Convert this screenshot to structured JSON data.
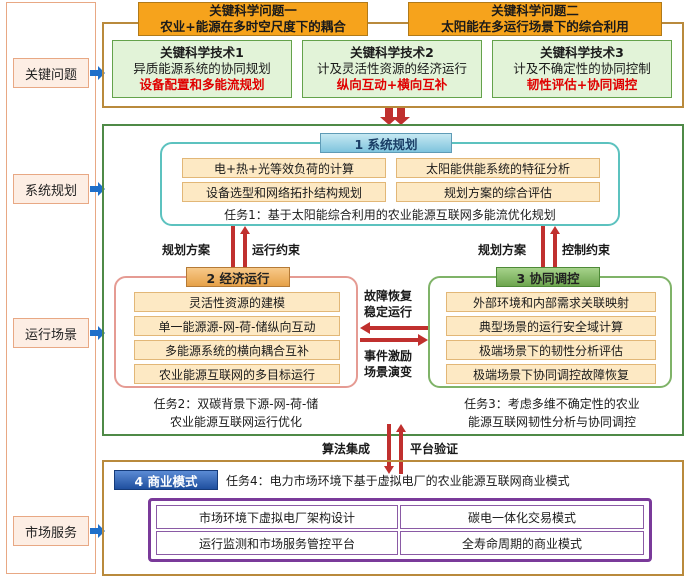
{
  "left_labels": {
    "key_issues": "关键问题",
    "system_planning": "系统规划",
    "operation_scenarios": "运行场景",
    "market_service": "市场服务"
  },
  "key_questions": [
    {
      "title": "关键科学问题一",
      "subtitle": "农业+能源在多时空尺度下的耦合"
    },
    {
      "title": "关键科学问题二",
      "subtitle": "太阳能在多运行场景下的综合利用"
    }
  ],
  "key_techs": [
    {
      "title": "关键科学技术1",
      "line2": "异质能源系统的协同规划",
      "highlight": "设备配置和多能流规划"
    },
    {
      "title": "关键科学技术2",
      "line2": "计及灵活性资源的经济运行",
      "highlight": "纵向互动+横向互补"
    },
    {
      "title": "关键科学技术3",
      "line2": "计及不确定性的协同控制",
      "highlight": "韧性评估+协同调控"
    }
  ],
  "planning": {
    "header": "1 系统规划",
    "items": [
      "电+热+光等效负荷的计算",
      "太阳能供能系统的特征分析",
      "设备选型和网络拓扑结构规划",
      "规划方案的综合评估"
    ],
    "task": "任务1：基于太阳能综合利用的农业能源互联网多能流优化规划"
  },
  "arrows": {
    "plan_scheme_left": "规划方案",
    "run_constraint": "运行约束",
    "plan_scheme_right": "规划方案",
    "control_constraint": "控制约束",
    "fault_recovery": "故障恢复",
    "stable_operation": "稳定运行",
    "event_incentive": "事件激励",
    "scenario_evolution": "场景演变",
    "algorithm_integration": "算法集成",
    "platform_validation": "平台验证"
  },
  "economic": {
    "header": "2 经济运行",
    "items": [
      "灵活性资源的建模",
      "单一能源源-网-荷-储纵向互动",
      "多能源系统的横向耦合互补",
      "农业能源互联网的多目标运行"
    ],
    "task_line1": "任务2：双碳背景下源-网-荷-储",
    "task_line2": "农业能源互联网运行优化"
  },
  "control": {
    "header": "3 协同调控",
    "items": [
      "外部环境和内部需求关联映射",
      "典型场景的运行安全域计算",
      "极端场景下的韧性分析评估",
      "极端场景下协同调控故障恢复"
    ],
    "task_line1": "任务3：考虑多维不确定性的农业",
    "task_line2": "能源互联网韧性分析与协同调控"
  },
  "business": {
    "header": "4 商业模式",
    "task": "任务4：电力市场环境下基于虚拟电厂的农业能源互联网商业模式",
    "items": [
      "市场环境下虚拟电厂架构设计",
      "碳电一体化交易模式",
      "运行监测和市场服务管控平台",
      "全寿命周期的商业模式"
    ]
  },
  "colors": {
    "orange_header": "#f6a31c",
    "tech_green": "#e2f3d8",
    "highlight_red": "#e00000",
    "arrow_blue": "#1f6fc9",
    "arrow_red": "#c0302e",
    "purple_frame": "#7a3a9a"
  }
}
